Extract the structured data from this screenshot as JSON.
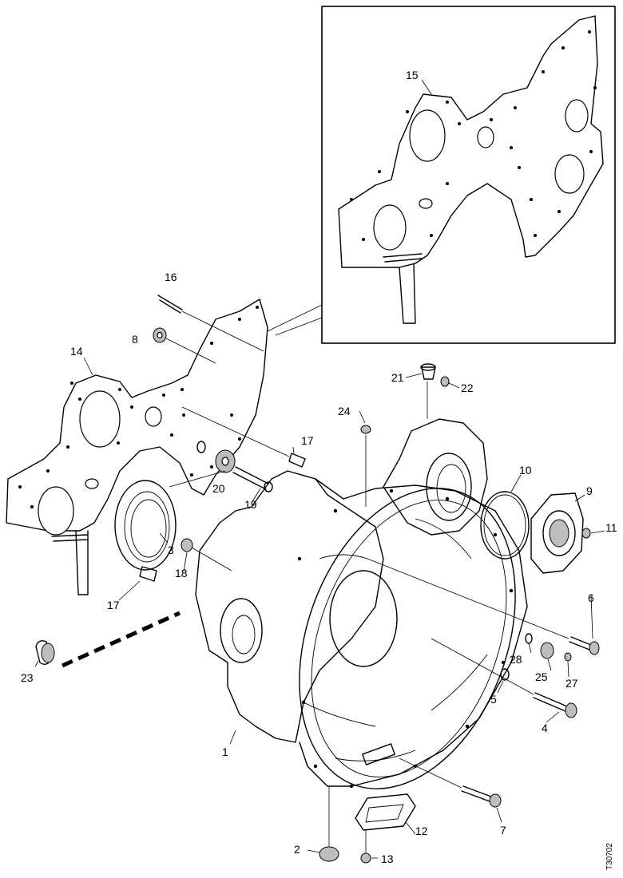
{
  "callouts": [
    {
      "id": "15",
      "text": "15"
    },
    {
      "id": "16",
      "text": "16"
    },
    {
      "id": "8",
      "text": "8"
    },
    {
      "id": "14",
      "text": "14"
    },
    {
      "id": "17a",
      "text": "17"
    },
    {
      "id": "20",
      "text": "20"
    },
    {
      "id": "19",
      "text": "19"
    },
    {
      "id": "3",
      "text": "3"
    },
    {
      "id": "18",
      "text": "18"
    },
    {
      "id": "17b",
      "text": "17"
    },
    {
      "id": "23",
      "text": "23"
    },
    {
      "id": "21",
      "text": "21"
    },
    {
      "id": "22",
      "text": "22"
    },
    {
      "id": "24",
      "text": "24"
    },
    {
      "id": "10",
      "text": "10"
    },
    {
      "id": "9",
      "text": "9"
    },
    {
      "id": "11",
      "text": "11"
    },
    {
      "id": "6",
      "text": "6"
    },
    {
      "id": "28",
      "text": "28"
    },
    {
      "id": "25",
      "text": "25"
    },
    {
      "id": "27",
      "text": "27"
    },
    {
      "id": "5",
      "text": "5"
    },
    {
      "id": "4",
      "text": "4"
    },
    {
      "id": "1",
      "text": "1"
    },
    {
      "id": "7",
      "text": "7"
    },
    {
      "id": "12",
      "text": "12"
    },
    {
      "id": "2",
      "text": "2"
    },
    {
      "id": "13",
      "text": "13"
    }
  ],
  "reference_code": "T30702"
}
